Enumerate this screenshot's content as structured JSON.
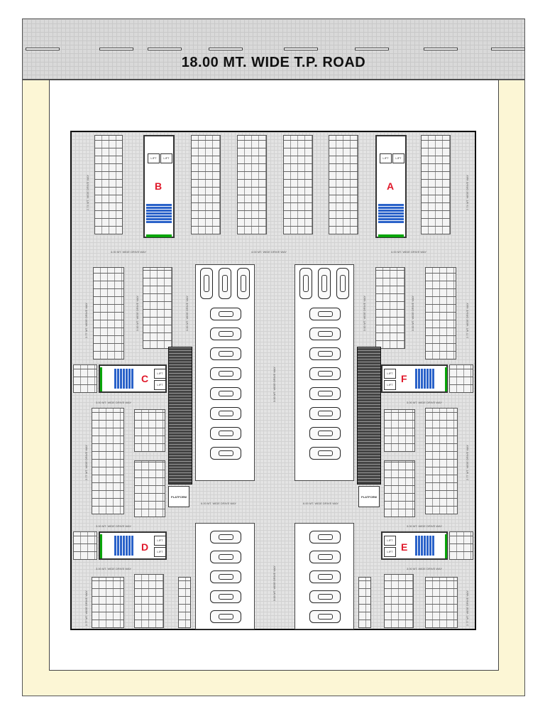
{
  "road": {
    "label": "18.00 MT. WIDE T.P. ROAD"
  },
  "cores": {
    "a": "A",
    "b": "B",
    "c": "C",
    "d": "D",
    "e": "E",
    "f": "F"
  },
  "lift_label": "LIFT",
  "platform_label": "PLATFORM",
  "driveways": {
    "d400": "4.00 MT. WIDE DRIVE WAY",
    "d300": "3.00 MT. WIDE DRIVE WAY",
    "d277": "2.77 MT. WIDE DRIVE WAY",
    "d274": "2.74 MT. WIDE DRIVE WAY",
    "d600": "6.00 MT. WIDE DRIVE WAY"
  },
  "colors": {
    "road": "#d9d9d9",
    "margin": "#fcf6d5",
    "stairs": "#2a62c9",
    "core_letter": "#e0182a",
    "green_strip": "#0aa60a"
  }
}
